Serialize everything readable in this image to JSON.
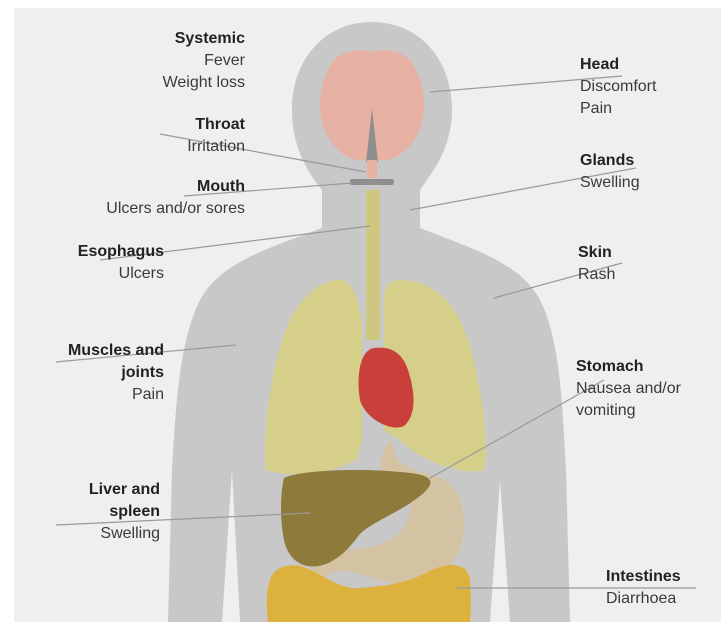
{
  "colors": {
    "background": "#efefef",
    "body": "#c8c8c9",
    "brain": "#e7b2a3",
    "lungs": "#d5cf89",
    "esophagus": "#cdc77f",
    "heart": "#c9403a",
    "liver": "#8e7a3a",
    "stomach": "#d4c3a2",
    "intestines": "#dcb13e",
    "throat": "#8f8f8f",
    "leader_line": "#9a9a9a"
  },
  "labels": {
    "systemic": {
      "title": "Systemic",
      "desc": [
        "Fever",
        "Weight loss"
      ]
    },
    "throat": {
      "title": "Throat",
      "desc": [
        "Irritation"
      ]
    },
    "mouth": {
      "title": "Mouth",
      "desc": [
        "Ulcers and/or sores"
      ]
    },
    "esophagus": {
      "title": "Esophagus",
      "desc": [
        "Ulcers"
      ]
    },
    "muscles": {
      "title": [
        "Muscles and",
        "joints"
      ],
      "desc": [
        "Pain"
      ]
    },
    "liver": {
      "title": [
        "Liver and",
        "spleen"
      ],
      "desc": [
        "Swelling"
      ]
    },
    "head": {
      "title": "Head",
      "desc": [
        "Discomfort",
        "Pain"
      ]
    },
    "glands": {
      "title": "Glands",
      "desc": [
        "Swelling"
      ]
    },
    "skin": {
      "title": "Skin",
      "desc": [
        "Rash"
      ]
    },
    "stomach": {
      "title": "Stomach",
      "desc": [
        "Nausea and/or",
        "vomiting"
      ]
    },
    "intestines": {
      "title": "Intestines",
      "desc": [
        "Diarrhoea"
      ]
    }
  }
}
